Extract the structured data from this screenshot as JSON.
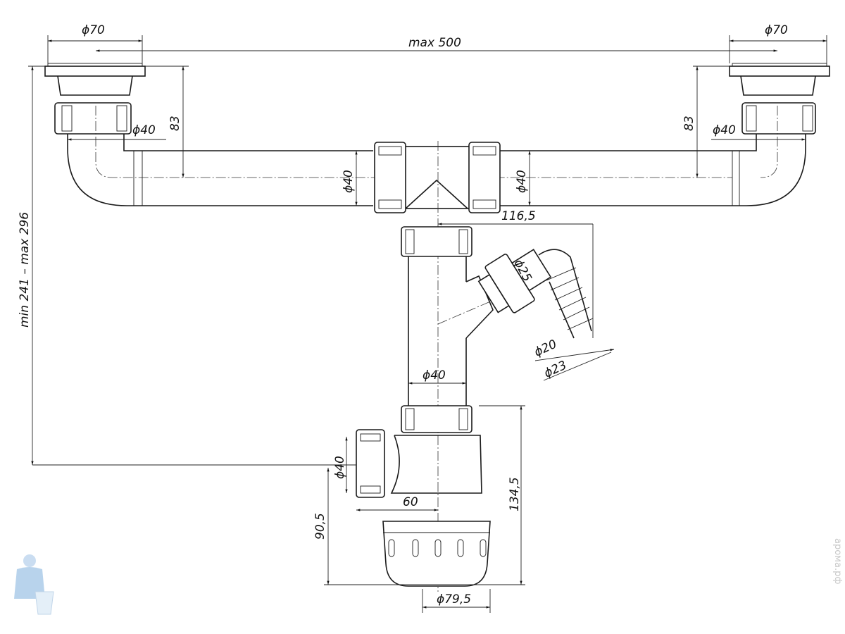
{
  "drawing": {
    "title": "Double sink siphon with overflow hose connection",
    "dimensions": {
      "flange_left": "ϕ70",
      "flange_right": "ϕ70",
      "span": "max 500",
      "height_left": "83",
      "height_right": "83",
      "outlet_left": "ϕ40",
      "outlet_right": "ϕ40",
      "tee_left": "ϕ40",
      "tee_right": "ϕ40",
      "overall_height": "min 241 – max 296",
      "offset": "116,5",
      "branch": "ϕ25",
      "hose_inner": "ϕ20",
      "hose_outer": "ϕ23",
      "riser": "ϕ40",
      "trap_outlet": "ϕ40",
      "trap_offset": "60",
      "outlet_height": "90,5",
      "trap_height": "134,5",
      "trap_diameter": "ϕ79,5"
    },
    "watermark": "арома.рф"
  }
}
